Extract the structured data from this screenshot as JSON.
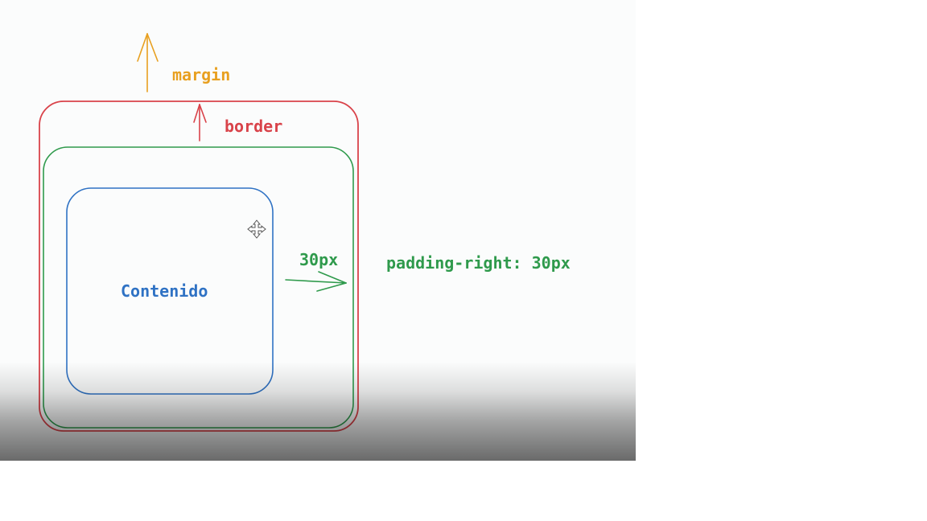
{
  "diagram": {
    "labels": {
      "margin": "margin",
      "border": "border",
      "content": "Contenido",
      "padding_value": "30px",
      "padding_property": "padding-right: 30px"
    },
    "icons": {
      "cursor": "move-cursor-icon"
    },
    "colors": {
      "margin": "#e8a020",
      "border": "#d9434a",
      "padding": "#2f9a4c",
      "content": "#2f72c4",
      "background": "#fbfcfc"
    }
  }
}
